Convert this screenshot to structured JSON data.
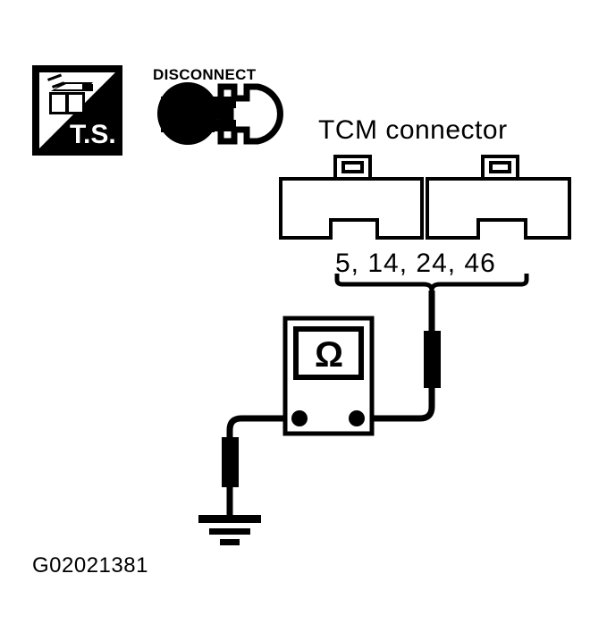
{
  "figure": {
    "reference_id": "G02021381",
    "title": "TCM connector",
    "pin_numbers": "5, 14, 24, 46",
    "line_color": "#000000",
    "background_color": "#ffffff"
  },
  "icons": {
    "ts_badge": {
      "name": "ts-badge-icon",
      "label": "T.S.",
      "description": "tool-set connector disconnect badge"
    },
    "disconnect": {
      "name": "disconnect-icon",
      "label": "DISCONNECT",
      "description": "plug separated from socket"
    }
  },
  "connector": {
    "name": "tcm-connector",
    "halves": 2,
    "has_locking_tabs": true,
    "has_bottom_notches": true
  },
  "meter": {
    "name": "ohmmeter",
    "display_symbol": "Ω",
    "terminals": 2,
    "left_terminal_label": "",
    "right_terminal_label": ""
  },
  "ground": {
    "name": "ground-symbol",
    "bars": 3
  },
  "probes": {
    "left": "ground-probe",
    "right": "connector-probe"
  }
}
